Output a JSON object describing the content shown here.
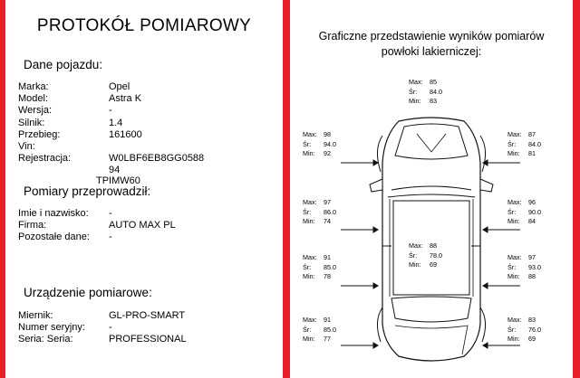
{
  "left": {
    "title": "PROTOKÓŁ POMIAROWY",
    "vehicle_heading": "Dane pojazdu:",
    "vehicle": [
      {
        "label": "Marka:",
        "value": "Opel"
      },
      {
        "label": "Model:",
        "value": "Astra K"
      },
      {
        "label": "Wersja:",
        "value": "-"
      },
      {
        "label": "Silnik:",
        "value": "1.4"
      },
      {
        "label": "Przebieg:",
        "value": "161600"
      },
      {
        "label": "Vin:",
        "value": ""
      },
      {
        "label": "Rejestracja:",
        "value": "W0LBF6EB8GG0588"
      },
      {
        "label": "",
        "value": "94"
      },
      {
        "label": "",
        "value": "TPIMW60"
      }
    ],
    "measurements_heading": "Pomiary przeprowadził:",
    "measurements": [
      {
        "label": "Imie i nazwisko:",
        "value": "-"
      },
      {
        "label": "Firma:",
        "value": "AUTO MAX PL"
      },
      {
        "label": "Pozostałe dane:",
        "value": "-"
      }
    ],
    "device_heading": "Urządzenie pomiarowe:",
    "device": [
      {
        "label": "Miernik:",
        "value": "GL-PRO-SMART"
      },
      {
        "label": "Numer seryjny:",
        "value": "-"
      },
      {
        "label": "Seria: Seria:",
        "value": "PROFESSIONAL"
      }
    ]
  },
  "right": {
    "title_line1": "Graficzne przedstawienie wyników pomiarów",
    "title_line2": "powłoki lakierniczej:",
    "labels": {
      "max": "Max:",
      "avg": "Śr:",
      "min": "Min:"
    },
    "readings": [
      {
        "part": "hood",
        "max": "85",
        "avg": "84.0",
        "min": "83"
      },
      {
        "part": "left-front-fender",
        "max": "98",
        "avg": "94.0",
        "min": "92"
      },
      {
        "part": "right-front-fender",
        "max": "87",
        "avg": "84.0",
        "min": "81"
      },
      {
        "part": "left-front-door",
        "max": "97",
        "avg": "86.0",
        "min": "74"
      },
      {
        "part": "right-front-door",
        "max": "96",
        "avg": "90.0",
        "min": "84"
      },
      {
        "part": "roof",
        "max": "88",
        "avg": "78.0",
        "min": "69"
      },
      {
        "part": "left-rear-door",
        "max": "91",
        "avg": "85.0",
        "min": "78"
      },
      {
        "part": "right-rear-door",
        "max": "97",
        "avg": "93.0",
        "min": "88"
      },
      {
        "part": "left-rear-quarter",
        "max": "91",
        "avg": "85.0",
        "min": "77"
      },
      {
        "part": "right-rear-quarter",
        "max": "83",
        "avg": "76.0",
        "min": "69"
      }
    ]
  }
}
